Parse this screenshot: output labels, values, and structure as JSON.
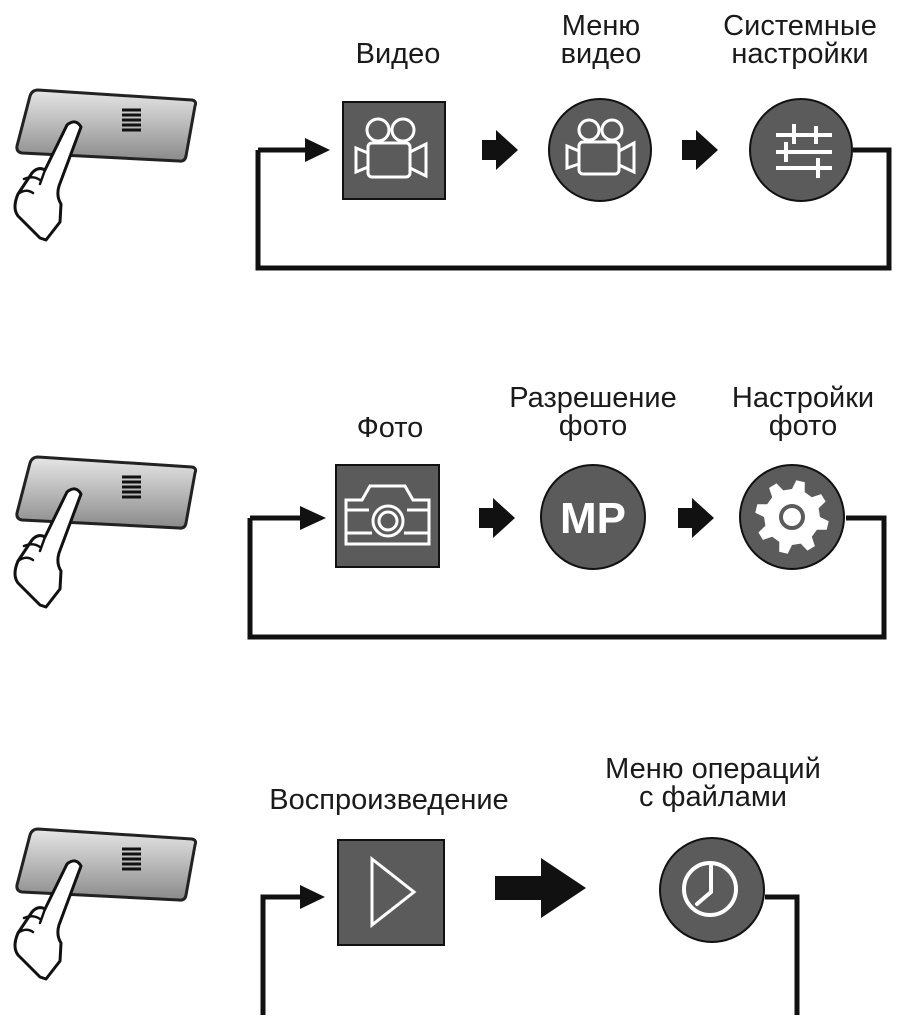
{
  "colors": {
    "icon_fill": "#5b5b5b",
    "icon_glyph": "#ffffff",
    "line": "#111111",
    "remote_body": "#9c9c9c",
    "remote_highlight": "#dcdcdc"
  },
  "icons": {
    "remote_button": "menu-lines-icon",
    "hand": "pointing-hand-icon",
    "video": "video-camera-icon",
    "settings": "sliders-icon",
    "photo": "camera-icon",
    "gear": "gear-icon",
    "play": "play-icon",
    "clock": "clock-icon"
  },
  "rows": [
    {
      "steps": [
        {
          "lines": [
            "Видео"
          ]
        },
        {
          "lines": [
            "Меню",
            "видео"
          ]
        },
        {
          "lines": [
            "Системные",
            "настройки"
          ]
        }
      ]
    },
    {
      "steps": [
        {
          "lines": [
            "Фото"
          ]
        },
        {
          "lines": [
            "Разрешение",
            "фото"
          ],
          "badge": "MP"
        },
        {
          "lines": [
            "Настройки",
            "фото"
          ]
        }
      ]
    },
    {
      "steps": [
        {
          "lines": [
            "Воспроизведение"
          ]
        },
        {
          "lines": [
            "Меню операций",
            "с файлами"
          ]
        }
      ]
    }
  ]
}
